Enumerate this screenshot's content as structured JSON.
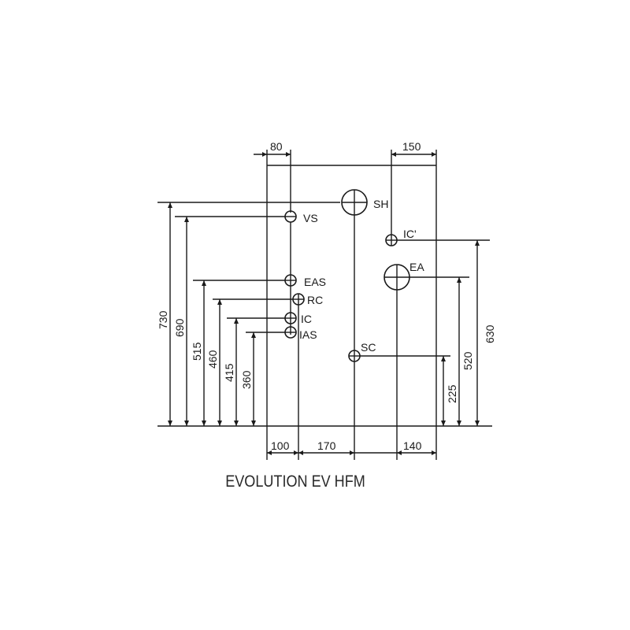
{
  "title": "EVOLUTION EV HFM",
  "connections": [
    {
      "id": "SH",
      "label": "SH"
    },
    {
      "id": "VS",
      "label": "VS"
    },
    {
      "id": "IC_prime",
      "label": "IC'"
    },
    {
      "id": "EA",
      "label": "EA"
    },
    {
      "id": "EAS",
      "label": "EAS"
    },
    {
      "id": "RC",
      "label": "RC"
    },
    {
      "id": "IC",
      "label": "IC"
    },
    {
      "id": "IAS",
      "label": "IAS"
    },
    {
      "id": "SC",
      "label": "SC"
    }
  ],
  "dimensions": {
    "top": {
      "left": "80",
      "right": "150"
    },
    "bottom": {
      "a": "100",
      "b": "170",
      "c": "140"
    },
    "left_heights": [
      "730",
      "690",
      "515",
      "460",
      "415",
      "360"
    ],
    "right_heights": [
      "630",
      "520",
      "225"
    ]
  }
}
